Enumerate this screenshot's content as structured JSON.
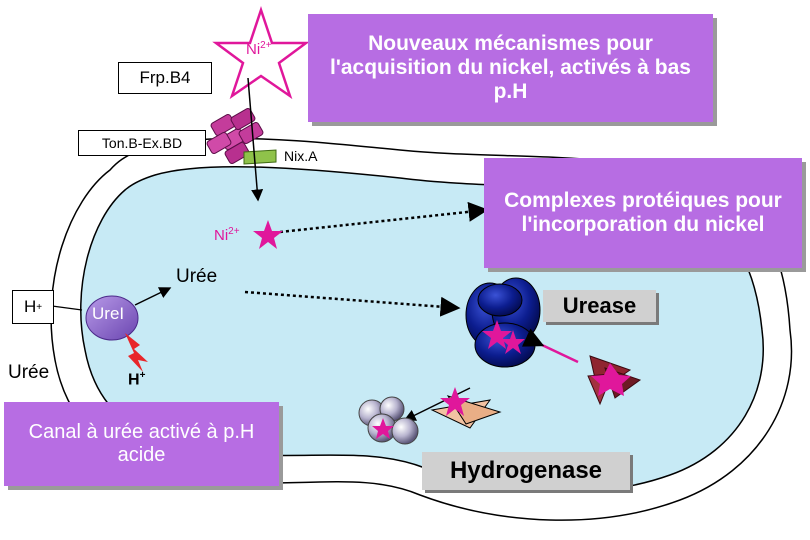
{
  "title_box": {
    "text": "Nouveaux mécanismes pour l'acquisition du nickel, activés à bas p.H"
  },
  "complex_box": {
    "text": "Complexes protéiques pour l'incorporation du nickel"
  },
  "channel_box": {
    "text": "Canal à urée activé à p.H acide"
  },
  "labels": {
    "frpb4": "Frp.B4",
    "tonb": "Ton.B-Ex.BD",
    "nixa": "Nix.A",
    "ni_top": "Ni",
    "ni_top_sup": "2+",
    "ni_inner": "Ni",
    "ni_inner_sup": "2+",
    "uree_inner": "Urée",
    "urei": "UreI",
    "h_out": "H",
    "h_out_sup": "+",
    "uree_out": "Urée",
    "h_in": "H",
    "h_in_sup": "+",
    "urease": "Urease",
    "hydrogenase": "Hydrogenase"
  },
  "colors": {
    "purple_box": "#b76de3",
    "cytoplasm": "#c7eaf5",
    "star": "#e0179b",
    "urease_blue": "#0a1a8a",
    "urei_purple": "#8c67c8"
  }
}
